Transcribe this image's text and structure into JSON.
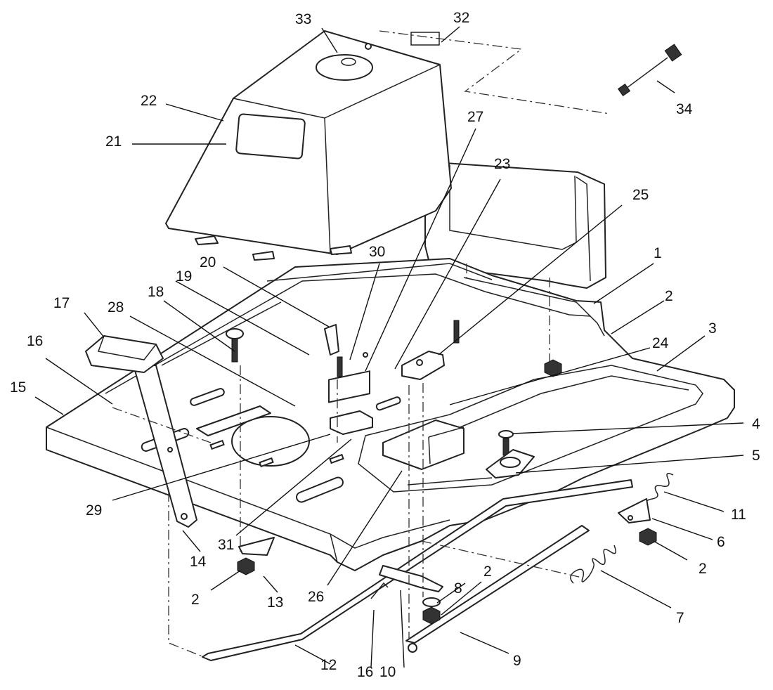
{
  "callouts": {
    "c1": "1",
    "c2a": "2",
    "c2b": "2",
    "c2c": "2",
    "c2d": "2",
    "c3": "3",
    "c4": "4",
    "c5": "5",
    "c6": "6",
    "c7": "7",
    "c8": "8",
    "c9": "9",
    "c10": "10",
    "c11": "11",
    "c12": "12",
    "c13": "13",
    "c14": "14",
    "c15": "15",
    "c16a": "16",
    "c16b": "16",
    "c17": "17",
    "c18": "18",
    "c19": "19",
    "c20": "20",
    "c21": "21",
    "c22": "22",
    "c23": "23",
    "c24": "24",
    "c25": "25",
    "c26": "26",
    "c27": "27",
    "c28": "28",
    "c29": "29",
    "c30": "30",
    "c31": "31",
    "c32": "32",
    "c33": "33",
    "c34": "34"
  }
}
